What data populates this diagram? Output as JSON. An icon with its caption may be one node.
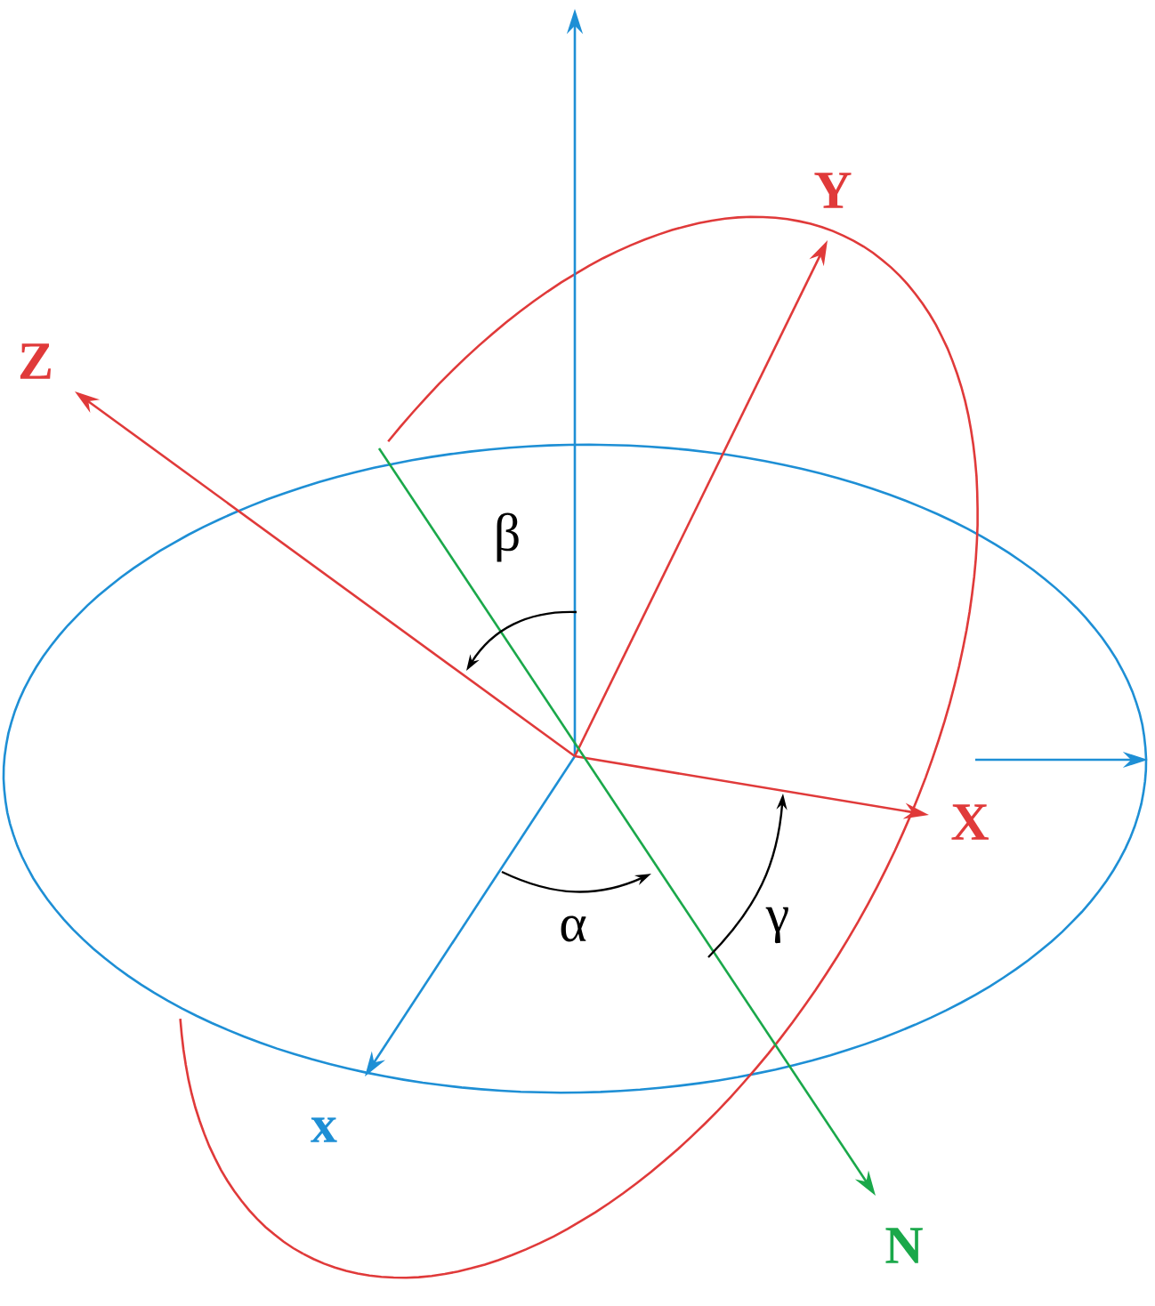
{
  "diagram": {
    "labels": [
      "Y",
      "Z",
      "β",
      "X",
      "γ",
      "α",
      "x",
      "N"
    ]
  }
}
